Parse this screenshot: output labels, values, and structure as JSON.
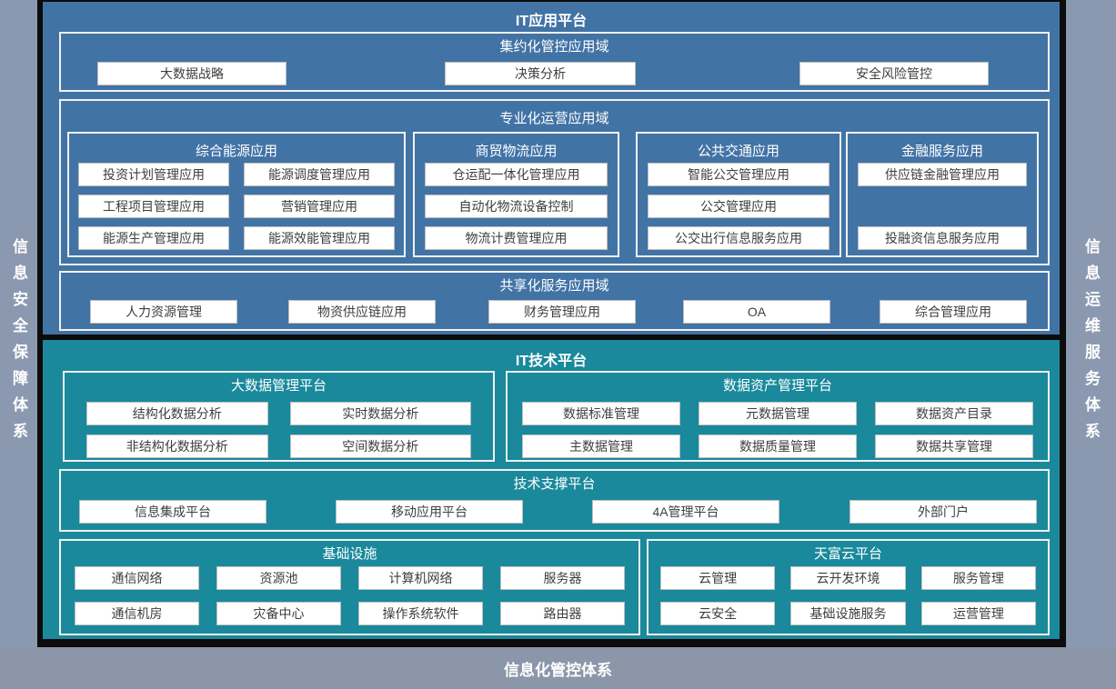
{
  "left_sidebar": {
    "label": "信息安全保障体系"
  },
  "right_sidebar": {
    "label": "信息运维服务体系"
  },
  "bottom_bar": {
    "label": "信息化管控体系"
  },
  "app_platform": {
    "title": "IT应用平台",
    "intensive": {
      "title": "集约化管控应用域",
      "items": [
        "大数据战略",
        "决策分析",
        "安全风险管控"
      ]
    },
    "specialized": {
      "title": "专业化运营应用域",
      "groups": [
        {
          "title": "综合能源应用",
          "items": [
            "投资计划管理应用",
            "能源调度管理应用",
            "工程项目管理应用",
            "营销管理应用",
            "能源生产管理应用",
            "能源效能管理应用"
          ]
        },
        {
          "title": "商贸物流应用",
          "items": [
            "仓运配一体化管理应用",
            "自动化物流设备控制",
            "物流计费管理应用"
          ]
        },
        {
          "title": "公共交通应用",
          "items": [
            "智能公交管理应用",
            "公交管理应用",
            "公交出行信息服务应用"
          ]
        },
        {
          "title": "金融服务应用",
          "items": [
            "供应链金融管理应用",
            "投融资信息服务应用"
          ]
        }
      ]
    },
    "shared": {
      "title": "共享化服务应用域",
      "items": [
        "人力资源管理",
        "物资供应链应用",
        "财务管理应用",
        "OA",
        "综合管理应用"
      ]
    }
  },
  "tech_platform": {
    "title": "IT技术平台",
    "bigdata": {
      "title": "大数据管理平台",
      "items": [
        "结构化数据分析",
        "实时数据分析",
        "非结构化数据分析",
        "空间数据分析"
      ]
    },
    "data_asset": {
      "title": "数据资产管理平台",
      "items": [
        "数据标准管理",
        "元数据管理",
        "数据资产目录",
        "主数据管理",
        "数据质量管理",
        "数据共享管理"
      ]
    },
    "tech_support": {
      "title": "技术支撑平台",
      "items": [
        "信息集成平台",
        "移动应用平台",
        "4A管理平台",
        "外部门户"
      ]
    },
    "infrastructure": {
      "title": "基础设施",
      "items": [
        "通信网络",
        "资源池",
        "计算机网络",
        "服务器",
        "通信机房",
        "灾备中心",
        "操作系统软件",
        "路由器"
      ]
    },
    "cloud": {
      "title": "天富云平台",
      "items": [
        "云管理",
        "云开发环境",
        "服务管理",
        "云安全",
        "基础设施服务",
        "运营管理"
      ]
    }
  },
  "colors": {
    "app_platform_bg": "#4273A5",
    "tech_platform_bg": "#19899B",
    "pillar_bg": "#8B99B0",
    "bottom_bar_bg": "#8B97A8",
    "frame": "#0C0C0C",
    "box_border": "#F2F2F2",
    "chip_bg": "#FFFFFF",
    "chip_text": "#3E3E3E"
  }
}
